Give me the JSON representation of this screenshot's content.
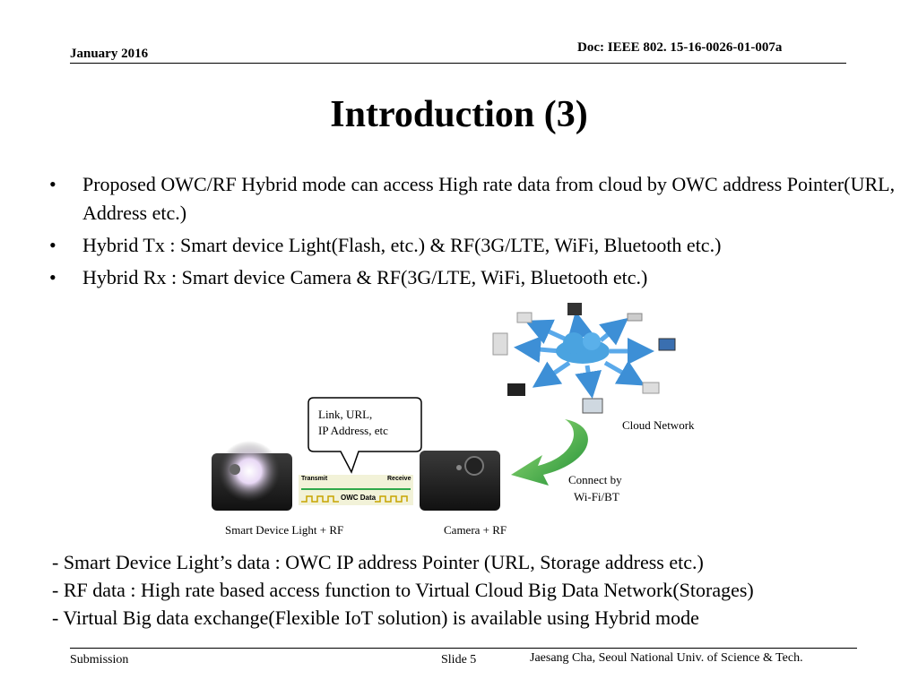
{
  "header": {
    "date": "January 2016",
    "doc": "Doc: IEEE 802. 15-16-0026-01-007a"
  },
  "title": "Introduction (3)",
  "bullets": [
    {
      "marker": "•",
      "text": "Proposed OWC/RF Hybrid mode can access High rate data from cloud by OWC address Pointer(URL, Address etc.)"
    },
    {
      "marker": "•",
      "text": "Hybrid Tx :  Smart device Light(Flash, etc.) & RF(3G/LTE, WiFi, Bluetooth etc.)"
    },
    {
      "marker": "•",
      "text": "Hybrid Rx :  Smart device Camera & RF(3G/LTE, WiFi, Bluetooth etc.)"
    }
  ],
  "figure": {
    "bubble_line1": "Link, URL,",
    "bubble_line2": "IP Address, etc",
    "strip_left": "Transmit",
    "strip_right": "Receive",
    "strip_center": "OWC Data",
    "cloud_caption": "Cloud Network",
    "connect_line1": "Connect by",
    "connect_line2": "Wi-Fi/BT",
    "left_caption": "Smart Device Light + RF",
    "right_caption": "Camera + RF",
    "colors": {
      "cloud": "#4aa3e0",
      "arrow": "#2fa84a",
      "strip_bg": "#f2f2d8"
    }
  },
  "notes": [
    "- Smart Device Light’s data : OWC IP address Pointer (URL, Storage address etc.)",
    "- RF data :  High rate based access function to Virtual Cloud Big Data Network(Storages)",
    "- Virtual Big data exchange(Flexible IoT solution) is available using Hybrid mode"
  ],
  "footer": {
    "submission": "Submission",
    "slide": "Slide 5",
    "author": "Jaesang Cha, Seoul National Univ. of  Science & Tech."
  }
}
